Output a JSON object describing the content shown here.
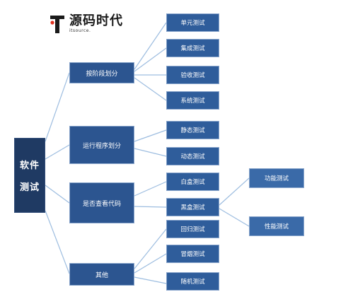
{
  "logo": {
    "name_cn": "源码时代",
    "name_en": "itsource."
  },
  "colors": {
    "root": "#1f3a63",
    "node": "#2c5590",
    "connector": "#9dbde0"
  },
  "diagram": {
    "root": {
      "line1": "软件",
      "line2": "测试"
    },
    "categories": [
      {
        "label": "按阶段划分"
      },
      {
        "label": "运行程序划分"
      },
      {
        "label": "是否查看代码"
      },
      {
        "label": "其他"
      }
    ],
    "leaves": [
      {
        "label": "单元测试"
      },
      {
        "label": "集成测试"
      },
      {
        "label": "验收测试"
      },
      {
        "label": "系统测试"
      },
      {
        "label": "静态测试"
      },
      {
        "label": "动态测试"
      },
      {
        "label": "白盒测试"
      },
      {
        "label": "黑盒测试"
      },
      {
        "label": "回归测试"
      },
      {
        "label": "冒烟测试"
      },
      {
        "label": "随机测试"
      }
    ],
    "sub_leaves": [
      {
        "label": "功能测试"
      },
      {
        "label": "性能测试"
      }
    ]
  }
}
